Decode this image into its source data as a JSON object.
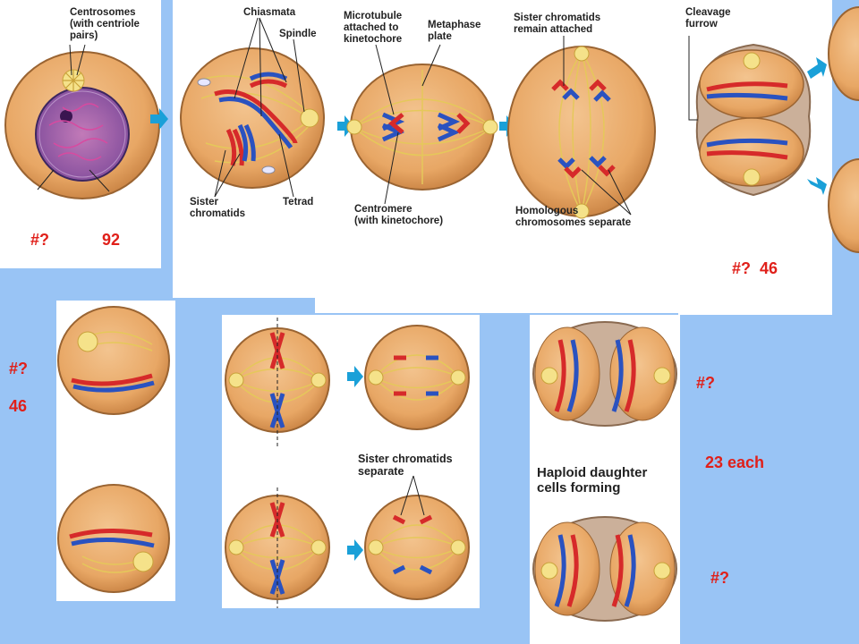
{
  "top_labels": {
    "centrosomes": "Centrosomes\n(with centriole\npairs)",
    "chiasmata": "Chiasmata",
    "spindle": "Spindle",
    "microtubule": "Microtubule\nattached to\nkinetochore",
    "metaphase_plate": "Metaphase\nplate",
    "sister_attached": "Sister chromatids\nremain attached",
    "cleavage": "Cleavage\nfurrow",
    "sister_chromatids": "Sister\nchromatids",
    "tetrad": "Tetrad",
    "centromere": "Centromere\n(with kinetochore)",
    "homologous": "Homologous\nchromosomes separate"
  },
  "bottom_labels": {
    "sister_separate": "Sister chromatids\nseparate",
    "haploid": "Haploid daughter\ncells forming"
  },
  "annotations": {
    "a1_q": "#?",
    "a1_v": "92",
    "a2": "#?  46",
    "a3_q": "#?",
    "a3_v": "46",
    "a4_q": "#?",
    "a4_v": "23 each",
    "a5_q": "#?"
  },
  "colors": {
    "background": "#99c4f5",
    "cell_fill": "#e8a765",
    "annotation": "#e0201a",
    "arrow": "#1aa0d8"
  }
}
